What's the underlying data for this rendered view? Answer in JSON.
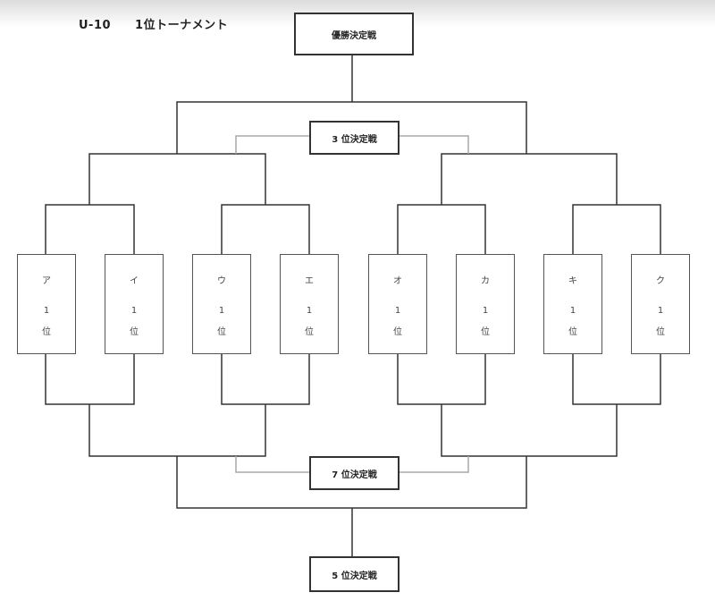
{
  "title": "U-10　　1位トーナメント",
  "matches": {
    "final": "優勝決定戦",
    "third_place": "3 位決定戦",
    "seventh_place": "7 位決定戦",
    "fifth_place": "5 位決定戦"
  },
  "teams": [
    {
      "name": "ア",
      "rank": "1",
      "pos": "位"
    },
    {
      "name": "イ",
      "rank": "1",
      "pos": "位"
    },
    {
      "name": "ウ",
      "rank": "1",
      "pos": "位"
    },
    {
      "name": "エ",
      "rank": "1",
      "pos": "位"
    },
    {
      "name": "オ",
      "rank": "1",
      "pos": "位"
    },
    {
      "name": "カ",
      "rank": "1",
      "pos": "位"
    },
    {
      "name": "キ",
      "rank": "1",
      "pos": "位"
    },
    {
      "name": "ク",
      "rank": "1",
      "pos": "位"
    }
  ]
}
